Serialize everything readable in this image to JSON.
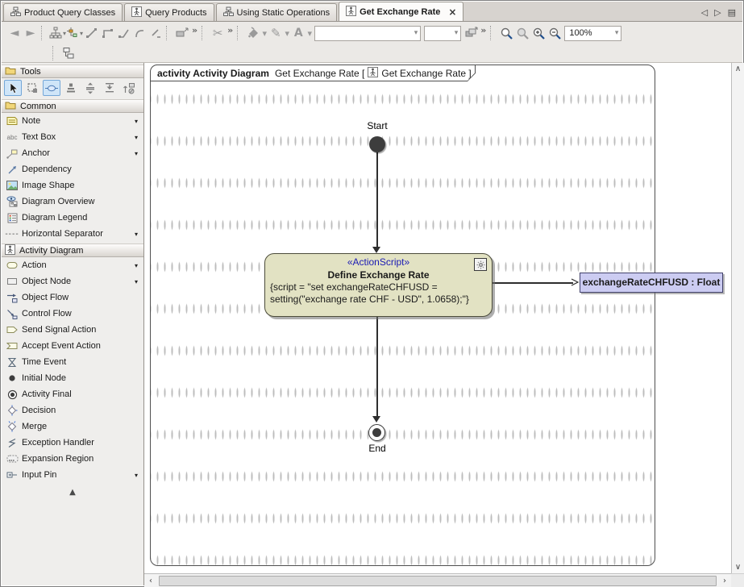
{
  "tab_bar": {
    "tabs": [
      {
        "label": "Product Query Classes",
        "icon": "class-diagram",
        "active": false
      },
      {
        "label": "Query Products",
        "icon": "activity-diagram",
        "active": false
      },
      {
        "label": "Using Static Operations",
        "icon": "class-diagram",
        "active": false
      },
      {
        "label": "Get Exchange Rate",
        "icon": "activity-diagram",
        "active": true
      }
    ]
  },
  "toolbar": {
    "zoom_level": "100%",
    "style_combo_value": "",
    "size_combo_value": ""
  },
  "icons": {
    "close": "×",
    "caret": "▾",
    "chevron": "»",
    "back_arrow": "◄",
    "forward_arrow": "►",
    "scissors": "✂",
    "pencil": "✎",
    "font_letter": "A",
    "tab_scroll_left": "◁",
    "tab_scroll_right": "▷",
    "tab_list": "▤",
    "collapse_up": "▲",
    "scroll_left": "‹",
    "scroll_right": "›",
    "scroll_up": "∧",
    "scroll_down": "∨",
    "hsep_dashes": "----",
    "textbox_abc": "abc"
  },
  "sidebar": {
    "tools_label": "Tools",
    "common_label": "Common",
    "activity_label": "Activity Diagram",
    "common_items": [
      {
        "label": "Note",
        "dropdown": true
      },
      {
        "label": "Text Box",
        "dropdown": true
      },
      {
        "label": "Anchor",
        "dropdown": true
      },
      {
        "label": "Dependency",
        "dropdown": false
      },
      {
        "label": "Image Shape",
        "dropdown": false
      },
      {
        "label": "Diagram Overview",
        "dropdown": false
      },
      {
        "label": "Diagram Legend",
        "dropdown": false
      },
      {
        "label": "Horizontal Separator",
        "dropdown": true
      }
    ],
    "activity_items": [
      {
        "label": "Action",
        "dropdown": true
      },
      {
        "label": "Object Node",
        "dropdown": true
      },
      {
        "label": "Object Flow",
        "dropdown": false
      },
      {
        "label": "Control Flow",
        "dropdown": false
      },
      {
        "label": "Send Signal Action",
        "dropdown": false
      },
      {
        "label": "Accept Event Action",
        "dropdown": false
      },
      {
        "label": "Time Event",
        "dropdown": false
      },
      {
        "label": "Initial Node",
        "dropdown": false
      },
      {
        "label": "Activity Final",
        "dropdown": false
      },
      {
        "label": "Decision",
        "dropdown": false
      },
      {
        "label": "Merge",
        "dropdown": false
      },
      {
        "label": "Exception Handler",
        "dropdown": false
      },
      {
        "label": "Expansion Region",
        "dropdown": false
      },
      {
        "label": "Input Pin",
        "dropdown": true
      }
    ]
  },
  "diagram": {
    "frame_title_bold": "activity Activity Diagram",
    "frame_title_name": "Get Exchange Rate [",
    "frame_title_ref": "Get Exchange Rate ]",
    "start_label": "Start",
    "end_label": "End",
    "action": {
      "stereotype": "«ActionScript»",
      "name": "Define Exchange Rate",
      "script_line1": "{script = \"set exchangeRateCHFUSD =",
      "script_line2": "setting(\"exchange rate CHF - USD\", 1.0658);\"}"
    },
    "object_node": {
      "label": "exchangeRateCHFUSD : Float"
    }
  },
  "colors": {
    "action_fill": "#e2e2c3",
    "action_border": "#4c4c3a",
    "object_fill": "#ccccf2",
    "object_border": "#41416b",
    "stereotype_text": "#1a1ab4",
    "selected_tool_bg": "#cfe5f8",
    "selected_tool_border": "#74a7d8",
    "edge_color": "#2e2e2e",
    "node_fill": "#3d3d3d"
  }
}
